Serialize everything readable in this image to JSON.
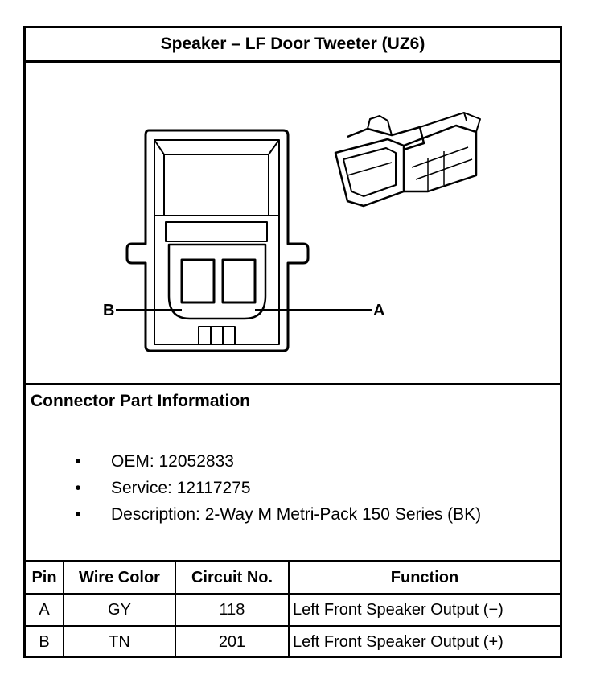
{
  "title": "Speaker – LF Door Tweeter (UZ6)",
  "diagram": {
    "pin_labels": {
      "left": "B",
      "right": "A"
    }
  },
  "connector_info": {
    "heading": "Connector Part Information",
    "items": [
      "OEM: 12052833",
      "Service: 12117275",
      "Description: 2-Way M Metri-Pack 150 Series (BK)"
    ],
    "bullet": "•"
  },
  "pin_table": {
    "headers": [
      "Pin",
      "Wire Color",
      "Circuit No.",
      "Function"
    ],
    "rows": [
      [
        "A",
        "GY",
        "118",
        "Left Front Speaker Output (−)"
      ],
      [
        "B",
        "TN",
        "201",
        "Left Front Speaker Output (+)"
      ]
    ]
  }
}
